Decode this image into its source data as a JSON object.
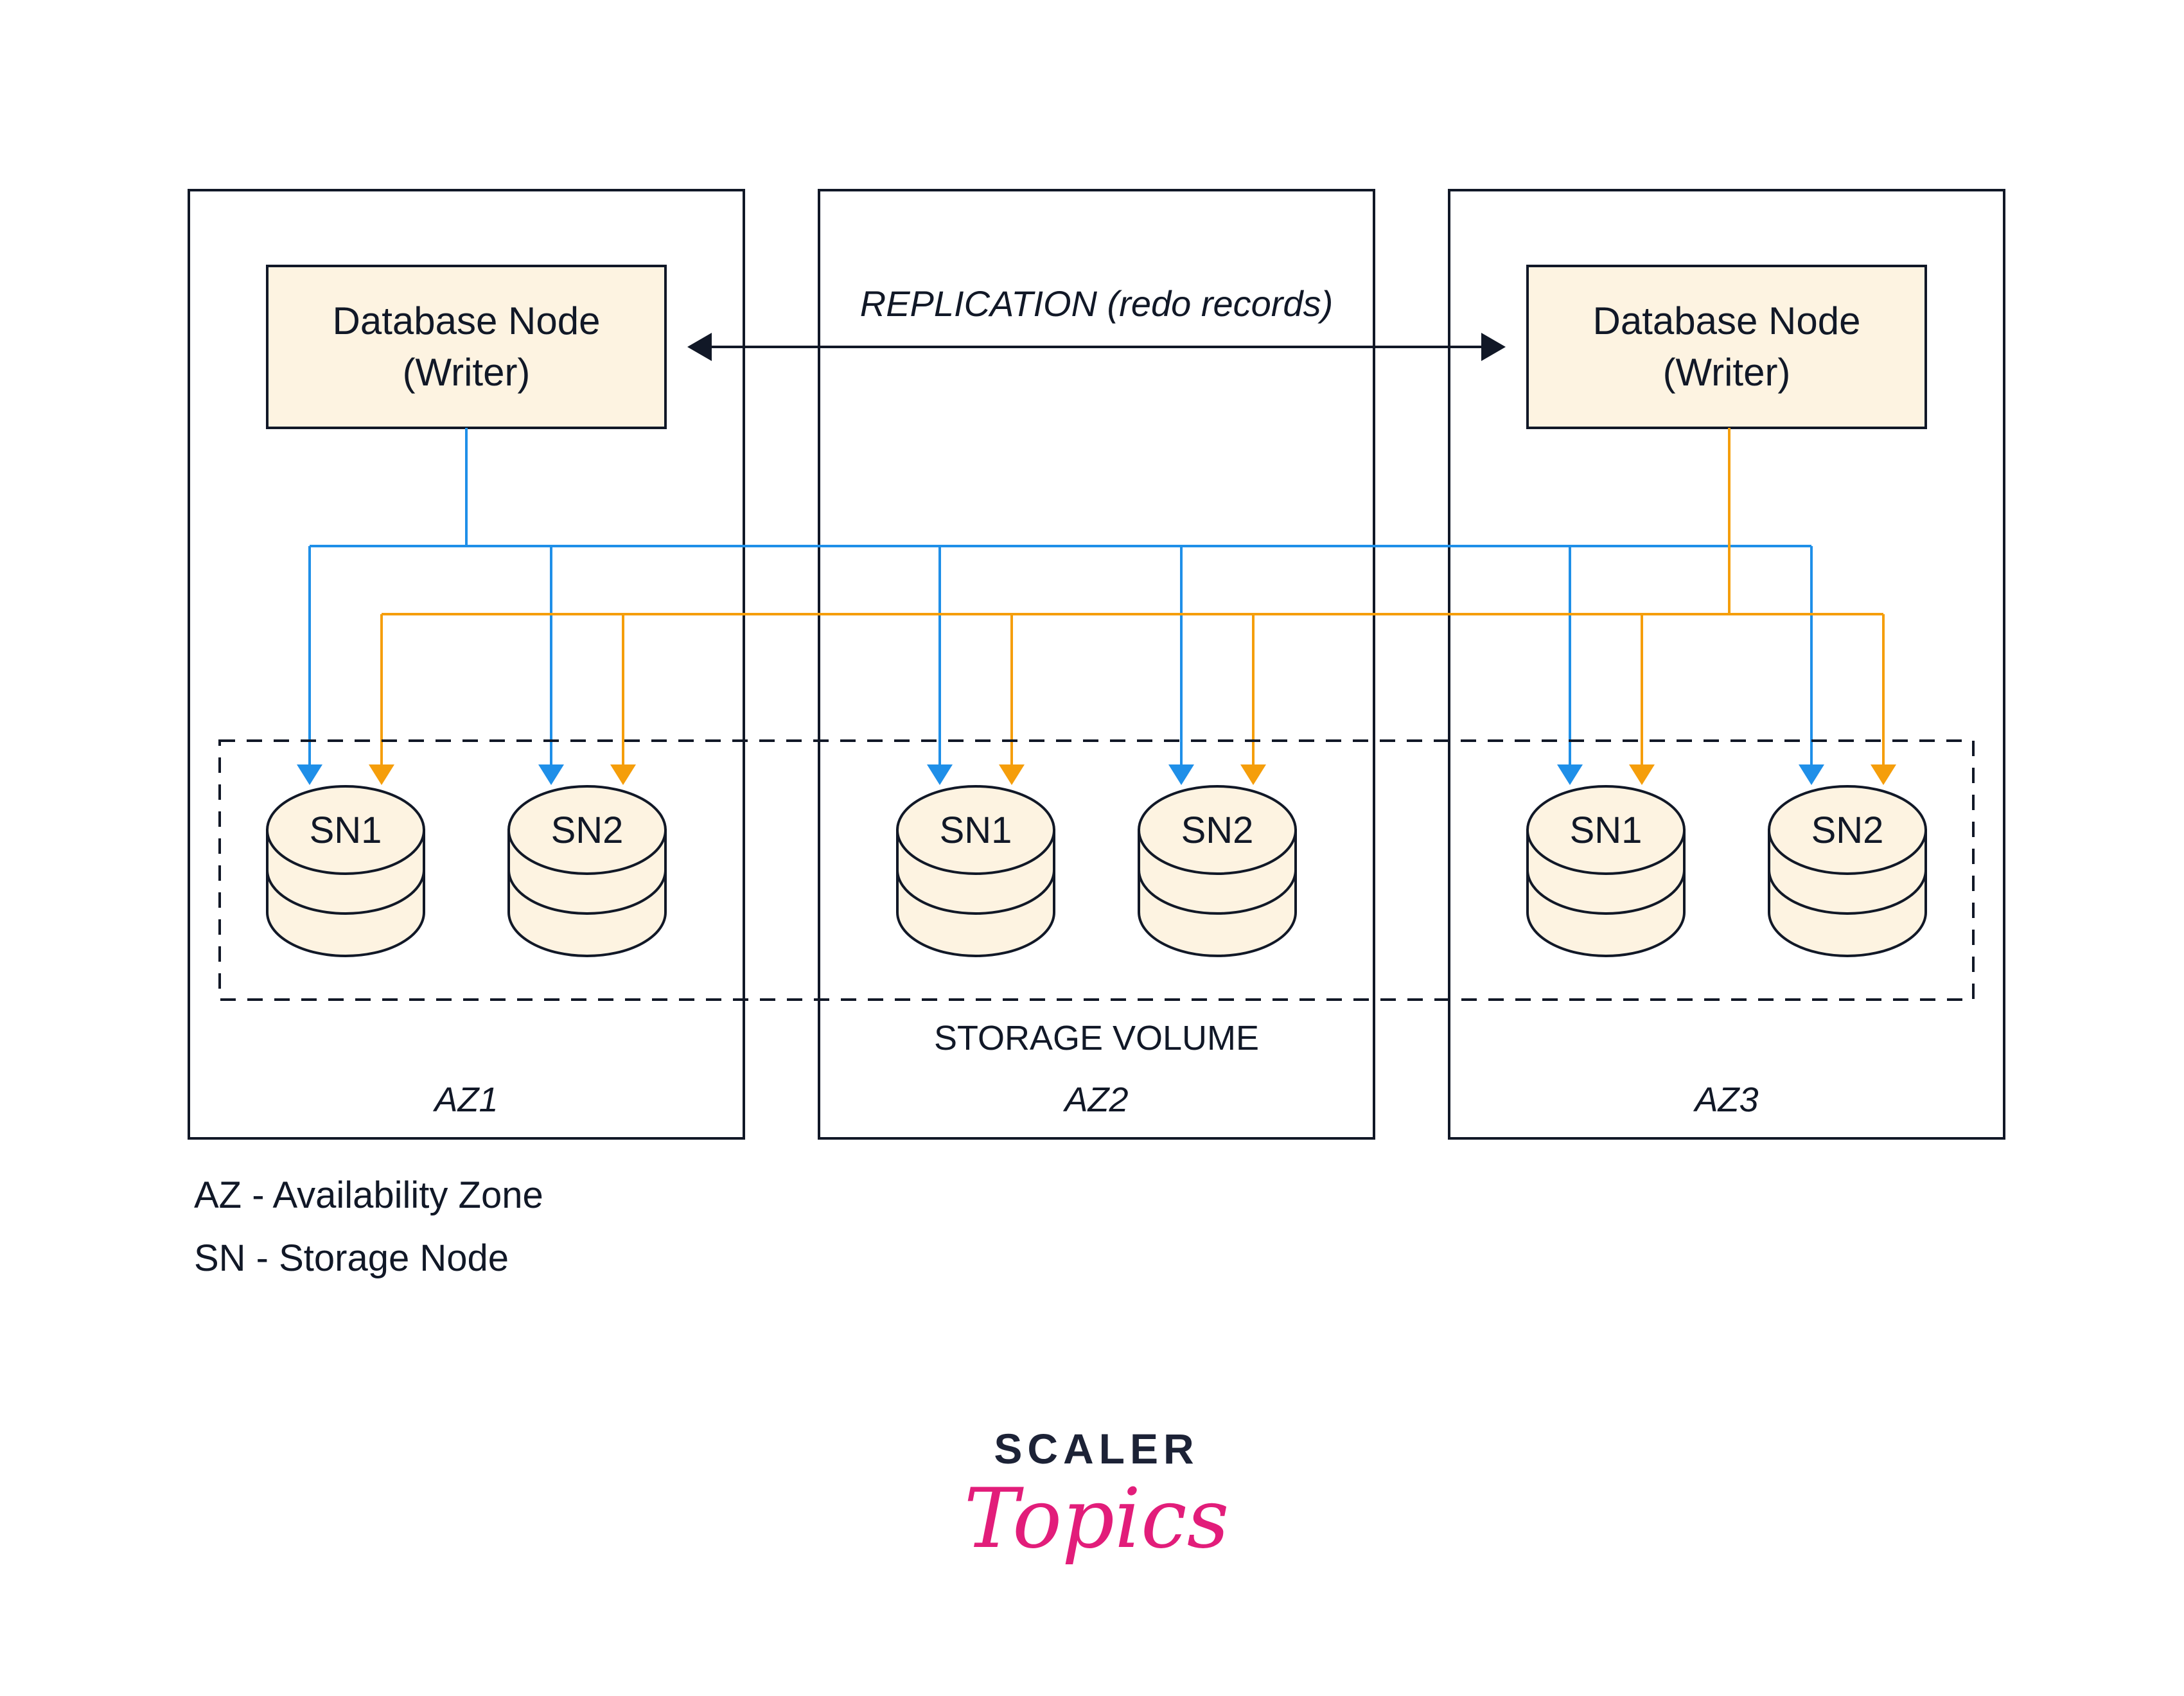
{
  "zones": [
    {
      "label": "AZ1",
      "storage_nodes": [
        "SN1",
        "SN2"
      ]
    },
    {
      "label": "AZ2",
      "storage_nodes": [
        "SN1",
        "SN2"
      ]
    },
    {
      "label": "AZ3",
      "storage_nodes": [
        "SN1",
        "SN2"
      ]
    }
  ],
  "writer_nodes": [
    {
      "line1": "Database Node",
      "line2": "(Writer)",
      "zone": "AZ1"
    },
    {
      "line1": "Database Node",
      "line2": "(Writer)",
      "zone": "AZ3"
    }
  ],
  "replication_label": "REPLICATION (redo records)",
  "storage_volume_label": "STORAGE VOLUME",
  "legend": [
    "AZ - Availability Zone",
    "SN - Storage Node"
  ],
  "logo": {
    "top": "SCALER",
    "script": "Topics"
  },
  "colors": {
    "writer1_lines": "#1f8fe8",
    "writer2_lines": "#f59e0b",
    "node_fill": "#fdf3e1",
    "logo_pink": "#e21d7a"
  }
}
